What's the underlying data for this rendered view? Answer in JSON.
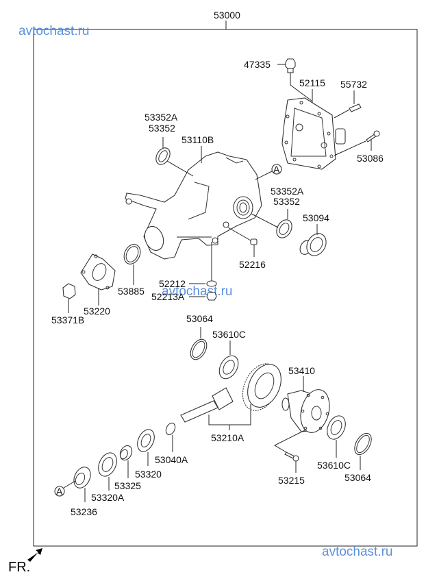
{
  "diagram": {
    "title_part": "53000",
    "watermark_top": "avtochast.ru",
    "watermark_mid": "avtochast.ru",
    "watermark_bottom": "avtochast.ru",
    "front_label": "FR.",
    "callout_marker": "A",
    "parts": {
      "p47335": "47335",
      "p52115": "52115",
      "p55732": "55732",
      "p53086": "53086",
      "p53352A_top": "53352A",
      "p53352_top": "53352",
      "p53110B": "53110B",
      "p53352A_right": "53352A",
      "p53352_right": "53352",
      "p53094": "53094",
      "p52216": "52216",
      "p53885": "53885",
      "p53220": "53220",
      "p53371B": "53371B",
      "p52212": "52212",
      "p52213A": "52213A",
      "p53064_top": "53064",
      "p53610C_top": "53610C",
      "p53410": "53410",
      "p53210A": "53210A",
      "p53040A": "53040A",
      "p53320": "53320",
      "p53325": "53325",
      "p53320A": "53320A",
      "p53236": "53236",
      "p53215": "53215",
      "p53610C_bottom": "53610C",
      "p53064_bottom": "53064"
    }
  }
}
